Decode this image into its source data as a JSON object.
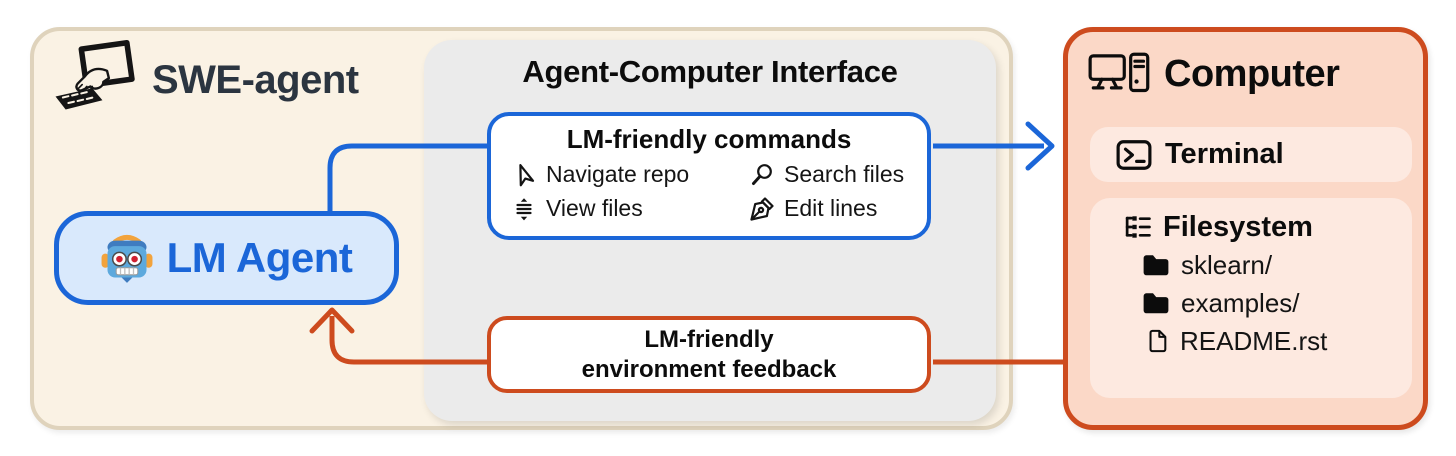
{
  "panels": {
    "swe_agent": {
      "title": "SWE-agent",
      "logo_icon": "hand-typing-on-monitor-icon"
    },
    "lm_agent": {
      "label": "LM Agent",
      "icon": "robot-icon"
    },
    "aci": {
      "title": "Agent-Computer Interface",
      "commands_box": {
        "title": "LM-friendly commands",
        "items": [
          {
            "icon": "navigate-icon",
            "label": "Navigate repo"
          },
          {
            "icon": "search-icon",
            "label": "Search files"
          },
          {
            "icon": "view-lines-icon",
            "label": "View files"
          },
          {
            "icon": "edit-pen-icon",
            "label": "Edit lines"
          }
        ]
      },
      "feedback_box": {
        "line1": "LM-friendly",
        "line2": "environment feedback"
      }
    },
    "computer": {
      "title": "Computer",
      "icon": "desktop-and-tower-icon",
      "terminal": {
        "label": "Terminal",
        "icon": "terminal-icon"
      },
      "filesystem": {
        "title": "Filesystem",
        "icon": "tree-list-icon",
        "entries": [
          {
            "icon": "folder-icon",
            "name": "sklearn/"
          },
          {
            "icon": "folder-icon",
            "name": "examples/"
          },
          {
            "icon": "file-icon",
            "name": "README.rst"
          }
        ]
      }
    }
  },
  "arrows": {
    "agent_to_computer": {
      "color": "#1b66d8",
      "direction": "LM Agent → commands → Computer"
    },
    "computer_to_agent": {
      "color": "#cd4b1e",
      "direction": "Computer → feedback → LM Agent"
    }
  },
  "colors": {
    "blue_accent": "#1b66d8",
    "orange_accent": "#cd4b1e",
    "outer_panel_bg": "#faf2e4",
    "outer_panel_border": "#dfd3bc",
    "aci_panel_bg": "#ebebeb",
    "lm_agent_bg": "#d9e9fc",
    "computer_bg": "#fbd8c7",
    "computer_inner_bg": "#fde9e0",
    "title_dark": "#2b3540",
    "text_black": "#0c0c0c"
  }
}
